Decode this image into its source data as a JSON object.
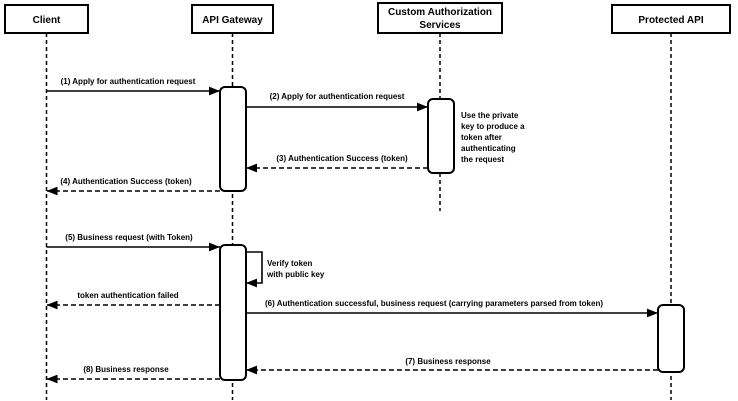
{
  "colors": {
    "ink": "#000000",
    "background": "#ffffff"
  },
  "participants": [
    {
      "name": "client",
      "label": "Client"
    },
    {
      "name": "api-gateway",
      "label": "API Gateway"
    },
    {
      "name": "custom-authorization-services",
      "line1": "Custom Authorization",
      "line2": "Services"
    },
    {
      "name": "protected-api",
      "label": "Protected API"
    }
  ],
  "messages": [
    {
      "label": "(1) Apply for authentication request",
      "from": "Client",
      "to": "API Gateway",
      "style": "solid"
    },
    {
      "label": "(2) Apply for authentication request",
      "from": "API Gateway",
      "to": "Custom Authorization Services",
      "style": "solid"
    },
    {
      "label": "(3) Authentication Success (token)",
      "from": "Custom Authorization Services",
      "to": "API Gateway",
      "style": "dashed"
    },
    {
      "label": "(4) Authentication Success (token)",
      "from": "API Gateway",
      "to": "Client",
      "style": "dashed"
    },
    {
      "label": "(5) Business request (with Token)",
      "from": "Client",
      "to": "API Gateway",
      "style": "solid"
    },
    {
      "label": "token authentication failed",
      "from": "API Gateway",
      "to": "Client",
      "style": "dashed"
    },
    {
      "label": "(6) Authentication successful, business request (carrying parameters parsed from token)",
      "from": "API Gateway",
      "to": "Protected API",
      "style": "solid"
    },
    {
      "label": "(7) Business response",
      "from": "Protected API",
      "to": "API Gateway",
      "style": "dashed"
    },
    {
      "label": "(8) Business response",
      "from": "API Gateway",
      "to": "Client",
      "style": "dashed"
    }
  ],
  "self_message": {
    "on": "API Gateway",
    "line1": "Verify token",
    "line2": "with public key"
  },
  "note": {
    "attached_to": "Custom Authorization Services",
    "line1": "Use the private",
    "line2": "key to produce a",
    "line3": "token after",
    "line4": "authenticating",
    "line5": "the request"
  }
}
